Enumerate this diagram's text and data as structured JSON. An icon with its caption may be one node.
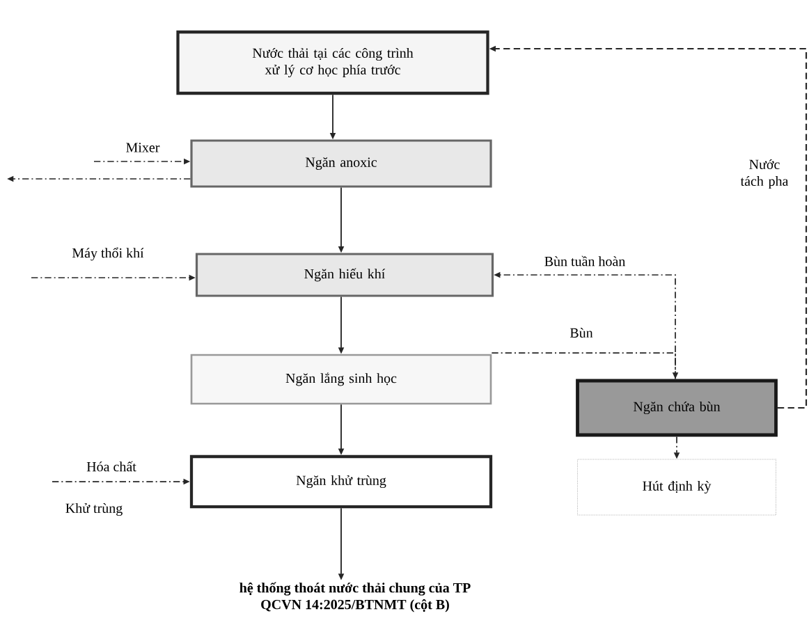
{
  "diagram": {
    "nodes": [
      {
        "text": [
          "Nước thải tại các công trình xử lý cơ học phía trước"
        ]
      },
      {
        "text": [
          "Ngăn anoxic"
        ]
      },
      {
        "text": [
          "Ngăn hiếu khí"
        ]
      },
      {
        "text": [
          "Ngăn lắng sinh học"
        ]
      },
      {
        "text": [
          "Ngăn khử trùng"
        ]
      },
      {
        "text": [
          "Ngăn chứa bùn"
        ]
      },
      {
        "text": [
          "Hút định kỳ"
        ]
      },
      {
        "text": [
          "hệ thống thoát nước thải chung của TP",
          "QCVN 14:2025/BTNMT (cột B)"
        ]
      }
    ],
    "edges": [
      {
        "from": 0,
        "to": 1,
        "arrow": "to"
      },
      {
        "from": 1,
        "to": 2,
        "arrow": "to"
      },
      {
        "from": 2,
        "to": 3,
        "arrow": "to"
      },
      {
        "from": 3,
        "to": 4,
        "arrow": "to"
      },
      {
        "from": 4,
        "to": 7,
        "arrow": "to"
      },
      {
        "from": null,
        "to": 1,
        "arrow": "to",
        "label": "Mixer",
        "style": "dashed"
      },
      {
        "from": 1,
        "to": null,
        "arrow": "to",
        "style": "dashed"
      },
      {
        "from": null,
        "to": 2,
        "arrow": "to",
        "label": "Máy thổi khí",
        "style": "dashed"
      },
      {
        "from": null,
        "to": 4,
        "arrow": "to",
        "label": "Hóa chất",
        "style": "dashed"
      },
      {
        "from": 3,
        "to": 5,
        "arrow": "to",
        "label": "Bùn",
        "style": "dashed"
      },
      {
        "from": 5,
        "to": 2,
        "arrow": "to",
        "label": "Bùn tuần hoàn",
        "style": "dashed"
      },
      {
        "from": 5,
        "to": 0,
        "arrow": "to",
        "label": "Nước tách pha",
        "style": "dashed"
      },
      {
        "from": 5,
        "to": 6,
        "arrow": "to",
        "style": "dashed"
      }
    ],
    "labels": [
      "Khử trùng"
    ]
  }
}
